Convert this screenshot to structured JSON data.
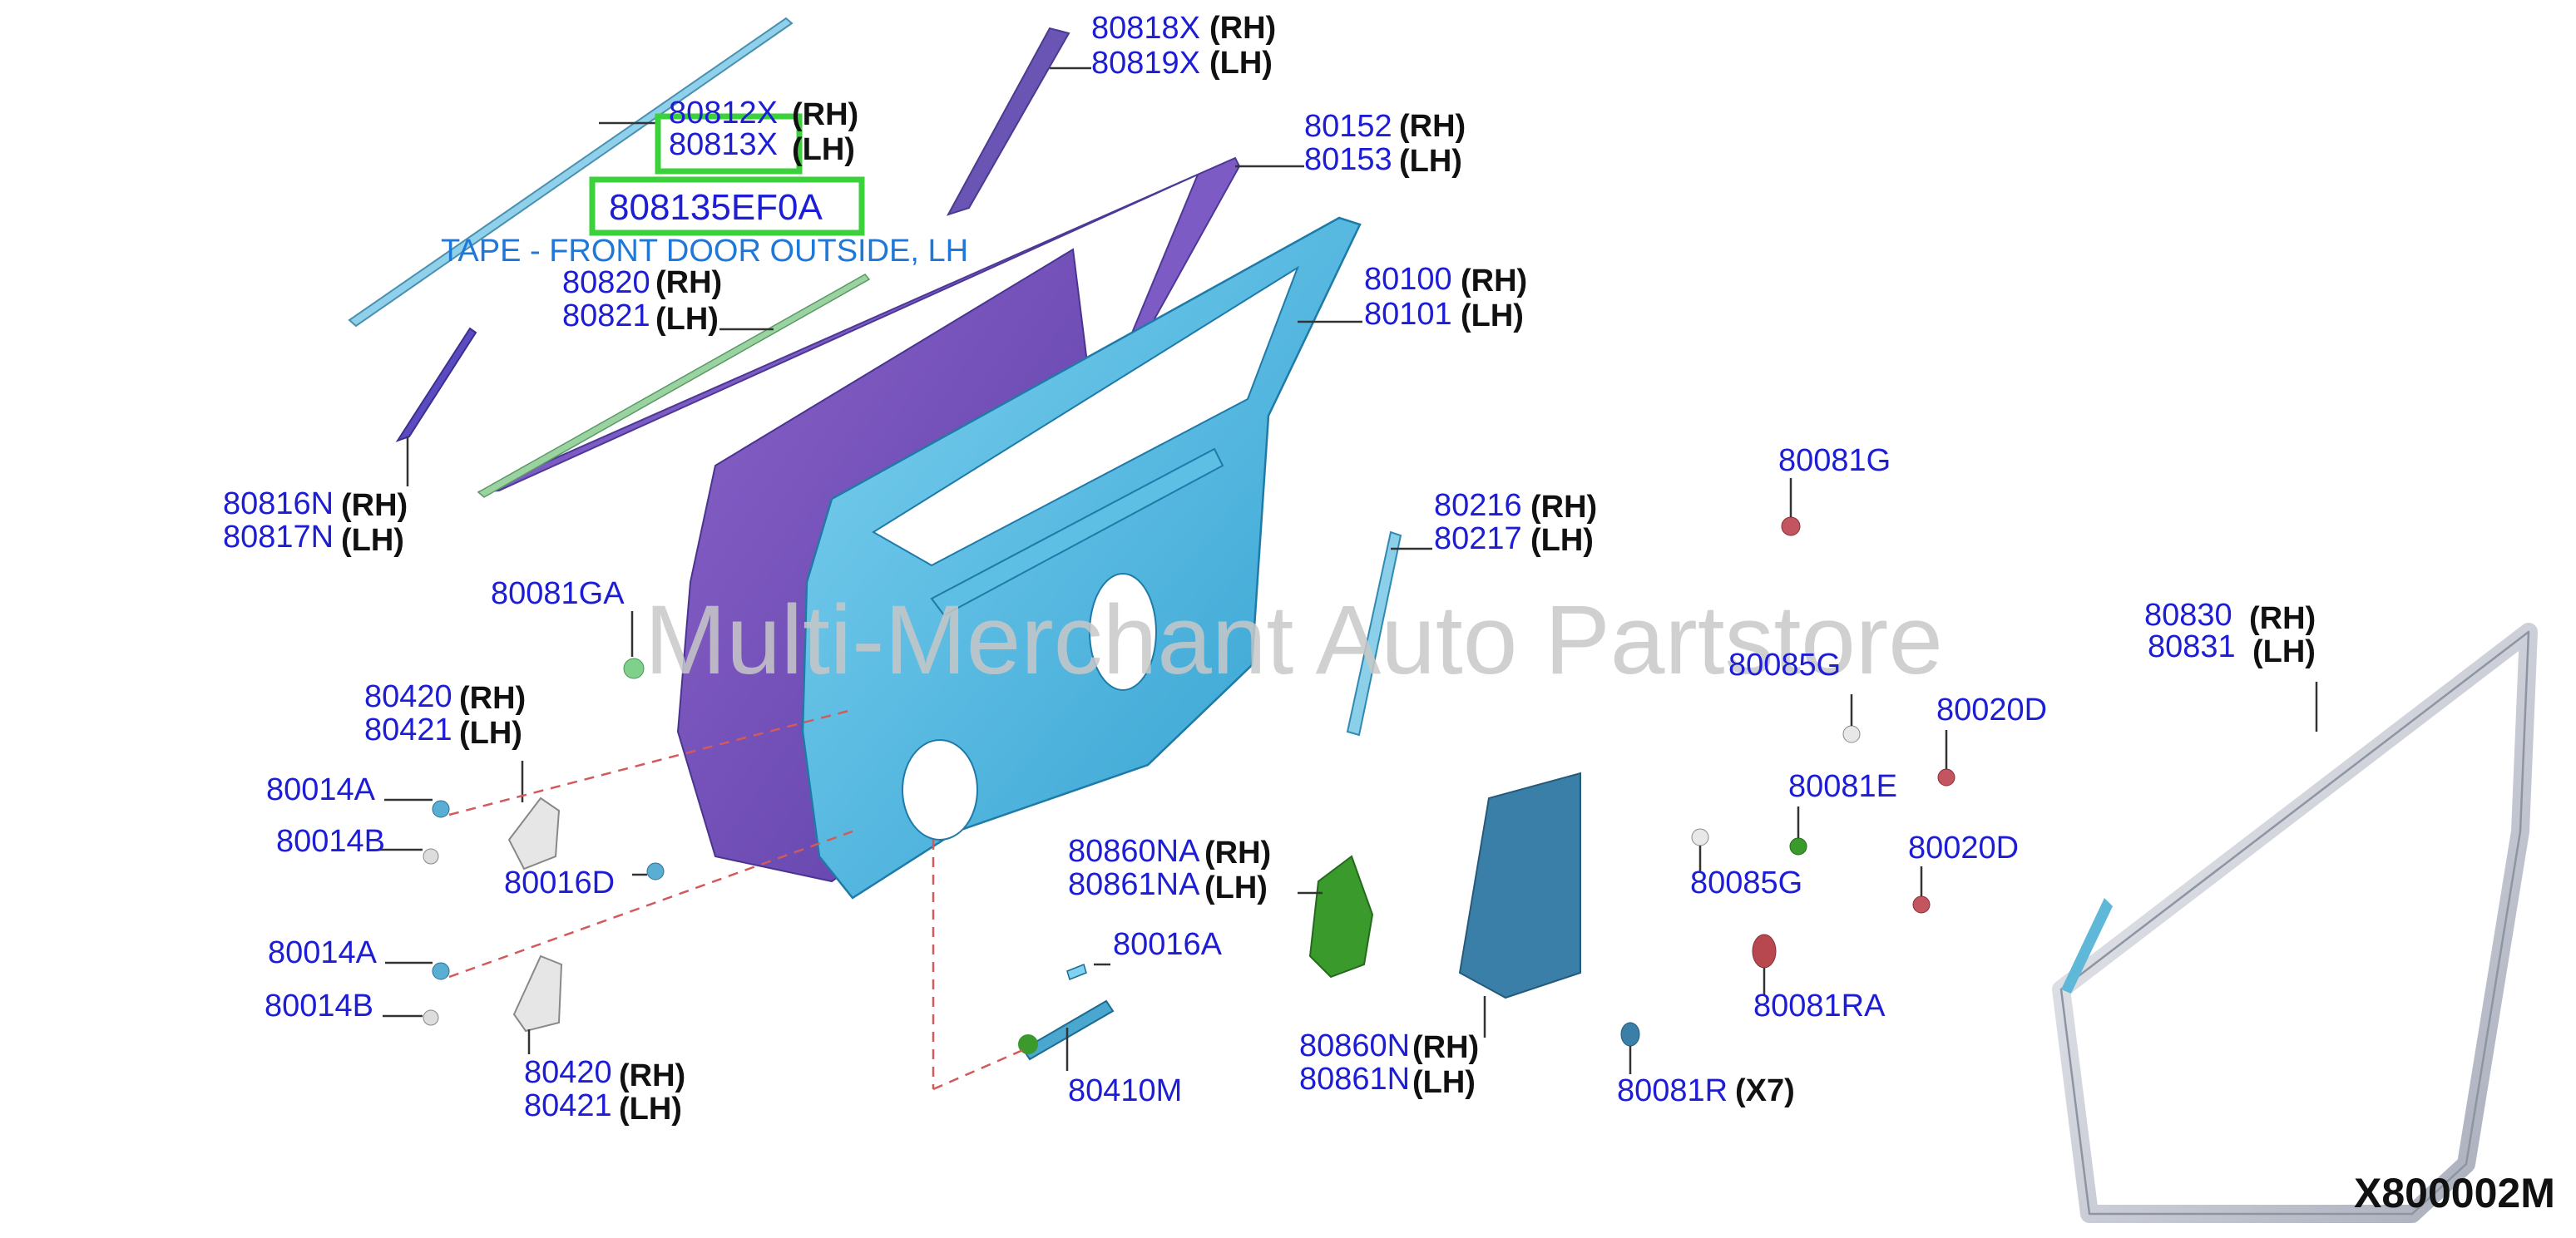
{
  "watermark": "Multi-Merchant Auto Partstore",
  "diagram_code": "X800002M",
  "highlight": {
    "part_number": "808135EF0A",
    "description": "TAPE - FRONT DOOR OUTSIDE, LH"
  },
  "colors": {
    "part_number": "#1d1dd6",
    "side": "#111111",
    "highlight": "#3bd13b",
    "door_inner": "#4fb3dc",
    "door_outer": "#6a4eb0",
    "green_part": "#3a9a2c",
    "sealing_screen": "#3a7fa8",
    "weatherstrip": "#b8bcc8",
    "dash_line": "#d25a5a"
  },
  "labels": {
    "l80818": {
      "num": "80818X",
      "side": "(RH)"
    },
    "l80819": {
      "num": "80819X",
      "side": "(LH)"
    },
    "l80812": {
      "num": "80812X",
      "side": "(RH)"
    },
    "l80813": {
      "num": "80813X",
      "side": "(LH)"
    },
    "l80152": {
      "num": "80152",
      "side": "(RH)"
    },
    "l80153": {
      "num": "80153",
      "side": "(LH)"
    },
    "l80820": {
      "num": "80820",
      "side": "(RH)"
    },
    "l80821": {
      "num": "80821",
      "side": "(LH)"
    },
    "l80100": {
      "num": "80100",
      "side": "(RH)"
    },
    "l80101": {
      "num": "80101",
      "side": "(LH)"
    },
    "l80816": {
      "num": "80816N",
      "side": "(RH)"
    },
    "l80817": {
      "num": "80817N",
      "side": "(LH)"
    },
    "l80216": {
      "num": "80216",
      "side": "(RH)"
    },
    "l80217": {
      "num": "80217",
      "side": "(LH)"
    },
    "l80081g": {
      "num": "80081G"
    },
    "l80081ga": {
      "num": "80081GA"
    },
    "l80830": {
      "num": "80830",
      "side": "(RH)"
    },
    "l80831": {
      "num": "80831",
      "side": "(LH)"
    },
    "l80085g_top": {
      "num": "80085G"
    },
    "l80020d_top": {
      "num": "80020D"
    },
    "l80420_top": {
      "num": "80420",
      "side": "(RH)"
    },
    "l80421_top": {
      "num": "80421",
      "side": "(LH)"
    },
    "l80081e": {
      "num": "80081E"
    },
    "l80014a_top": {
      "num": "80014A"
    },
    "l80014b_top": {
      "num": "80014B"
    },
    "l80020d_bot": {
      "num": "80020D"
    },
    "l80860na": {
      "num": "80860NA",
      "side": "(RH)"
    },
    "l80861na": {
      "num": "80861NA",
      "side": "(LH)"
    },
    "l80016d": {
      "num": "80016D"
    },
    "l80085g_bot": {
      "num": "80085G"
    },
    "l80016a": {
      "num": "80016A"
    },
    "l80014a_bot": {
      "num": "80014A"
    },
    "l80014b_bot": {
      "num": "80014B"
    },
    "l80081ra": {
      "num": "80081RA"
    },
    "l80860n": {
      "num": "80860N",
      "side": "(RH)"
    },
    "l80861n": {
      "num": "80861N",
      "side": "(LH)"
    },
    "l80420_bot": {
      "num": "80420",
      "side": "(RH)"
    },
    "l80421_bot": {
      "num": "80421",
      "side": "(LH)"
    },
    "l80410m": {
      "num": "80410M"
    },
    "l80081r": {
      "num": "80081R",
      "side": "(X7)"
    }
  }
}
